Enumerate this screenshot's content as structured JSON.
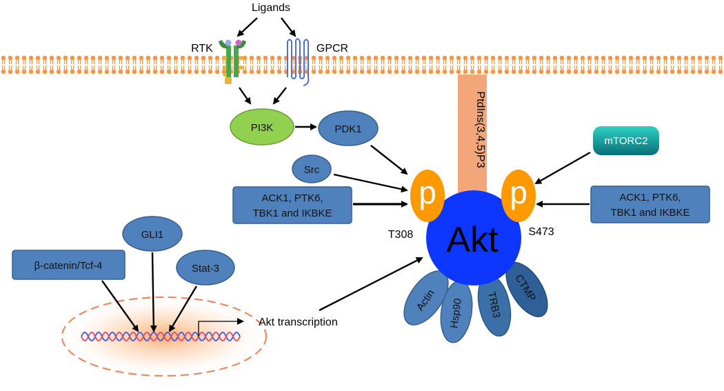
{
  "diagram": {
    "ligands": "Ligands",
    "rtk": "RTK",
    "gpcr": "GPCR",
    "pi3k": "PI3K",
    "pdk1": "PDK1",
    "src": "Src",
    "mtorc2": "mTORC2",
    "ptdins": "PtdIns(3,4,5)P3",
    "left_kinases": [
      "ACK1, PTK6,",
      "TBK1 and IKBKE"
    ],
    "right_kinases": [
      "ACK1, PTK6,",
      "TBK1 and IKBKE"
    ],
    "phospho_left": "p",
    "phospho_right": "p",
    "site_left": "T308",
    "site_right": "S473",
    "akt": "Akt",
    "binders": [
      "Actin",
      "Hsp90",
      "TRB3",
      "CTMP"
    ],
    "gli1": "GLI1",
    "bcatenin": "β-catenin/Tcf-4",
    "stat3": "Stat-3",
    "transcription": "Akt transcription"
  },
  "colors": {
    "membrane": "#f79646",
    "node_blue": "#4f81bd",
    "node_border": "#385d8a",
    "pi3k_green": "#92d050",
    "akt_blue": "#0d37ff",
    "phospho_orange": "#ff9900",
    "ptdins_band": "#f2a679",
    "mtorc2_teal": "#17a9a0"
  },
  "icons": [
    "rtk-receptor-icon",
    "gpcr-receptor-icon",
    "dna-helix-icon",
    "nucleus-icon"
  ]
}
